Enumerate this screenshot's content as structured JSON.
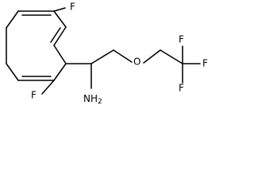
{
  "molecule": {
    "labels": {
      "top_fluorine": "F",
      "bottom_fluorine": "F",
      "amine": "NH",
      "amine_subscript": "2",
      "ether_oxygen": "O",
      "cf3_fluorine_top": "F",
      "cf3_fluorine_middle": "F",
      "cf3_fluorine_right": "F"
    },
    "colors": {
      "bonds": "#000000",
      "labels": "#000000",
      "background": "#ffffff"
    }
  }
}
